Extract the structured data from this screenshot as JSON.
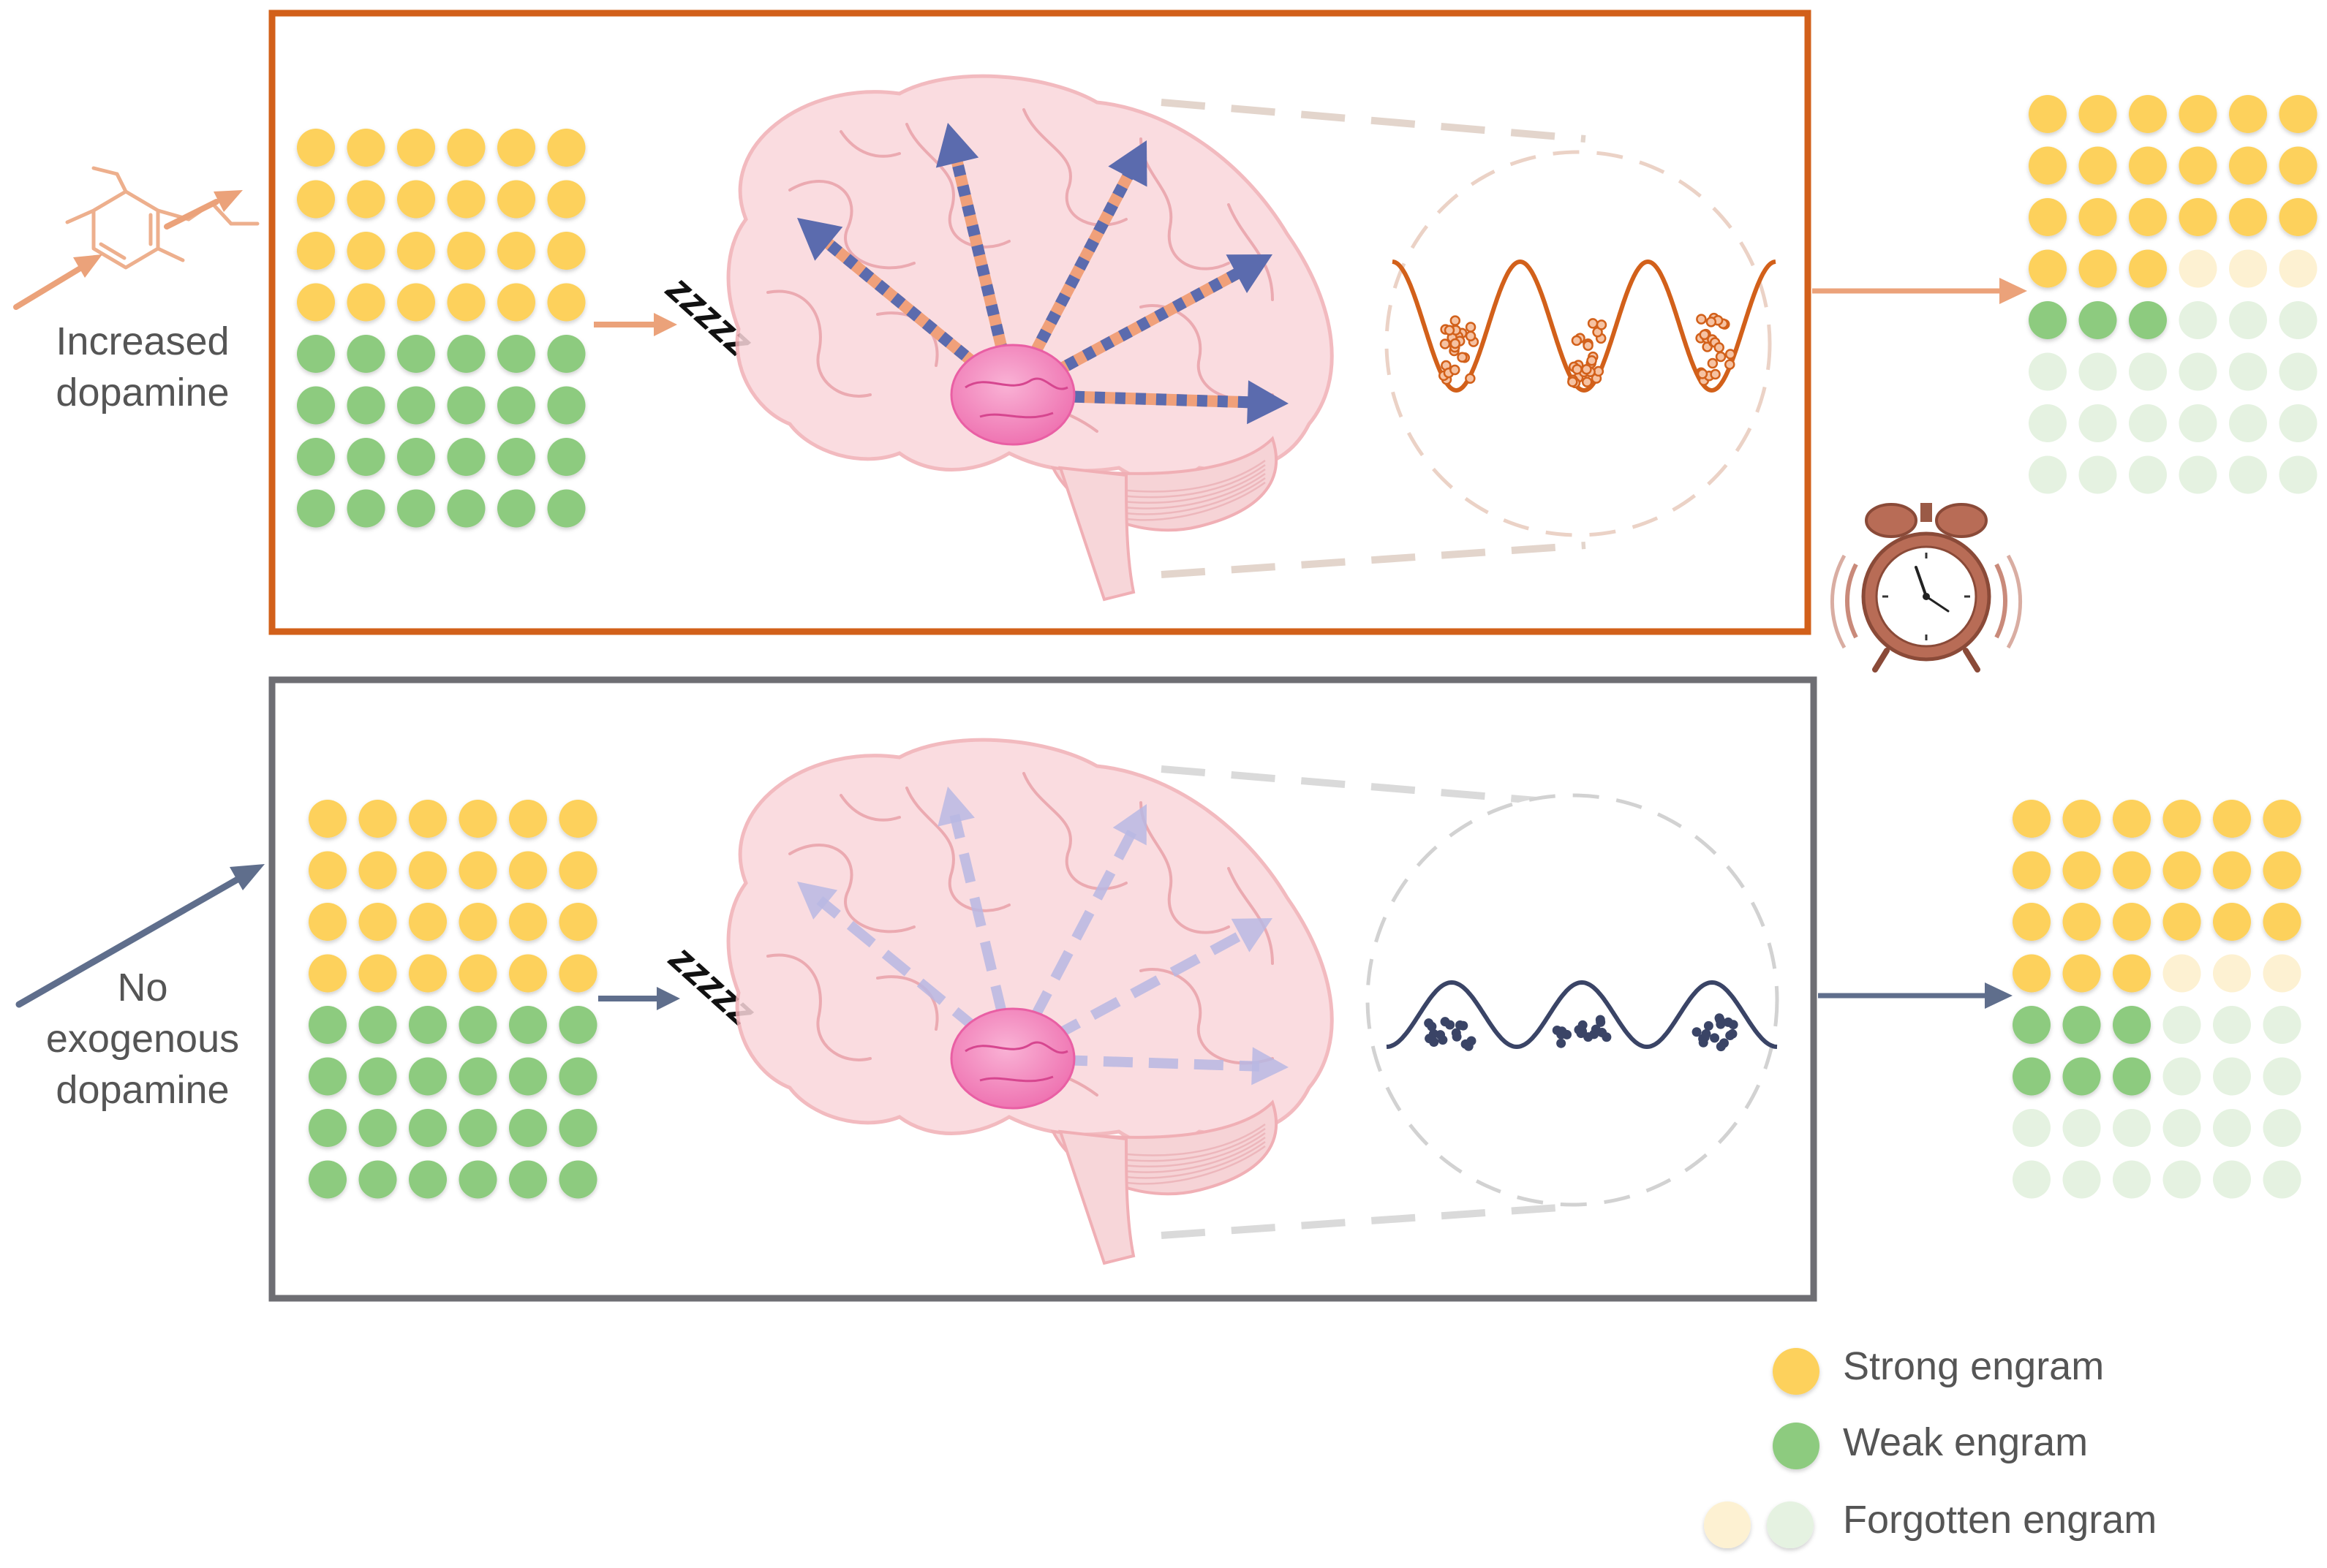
{
  "colors": {
    "strong": "#FDD15B",
    "weak": "#8DCB7F",
    "forgotten_strong": "#FDF1D2",
    "forgotten_weak": "#E5F2E1",
    "orange": "#D2601A",
    "orange_light": "#EBA27A",
    "gray_frame": "#6E6E73",
    "slate": "#5F6E8C",
    "navy": "#3A4466",
    "blue_dash": "#5B6BAE",
    "salmon_dash": "#F0A07A",
    "brain_fill": "#FAD7DB",
    "brain_stroke": "#F0AFB5",
    "hippo": "#F27DB5"
  },
  "top_panel": {
    "label": "Increased\ndopamine",
    "sleep_text": "zzzzz",
    "before": {
      "strong_rows": 4,
      "weak_rows": 4,
      "cols": 6
    },
    "after": {
      "full_strong_rows": 3,
      "partial_row_strong": 3,
      "weak_row_weak": 3,
      "faded_rows": 3,
      "cols": 6
    },
    "arrow_style": "bold-dashed",
    "wave_peaks": 3
  },
  "bottom_panel": {
    "label": "No\nexogenous\ndopamine",
    "sleep_text": "zzzzz",
    "before": {
      "strong_rows": 4,
      "weak_rows": 4,
      "cols": 6
    },
    "after": {
      "full_strong_rows": 3,
      "partial_row_strong": 3,
      "weak_rows_weak": 3,
      "faded_rows": 2,
      "cols": 6
    },
    "arrow_style": "faint-dashed",
    "wave_peaks": 3
  },
  "legend": {
    "strong": "Strong engram",
    "weak": "Weak engram",
    "forgotten": "Forgotten engram"
  },
  "icons": [
    "dopamine-molecule-icon",
    "alarm-clock-icon",
    "brain-icon",
    "sleep-zzz-icon"
  ]
}
